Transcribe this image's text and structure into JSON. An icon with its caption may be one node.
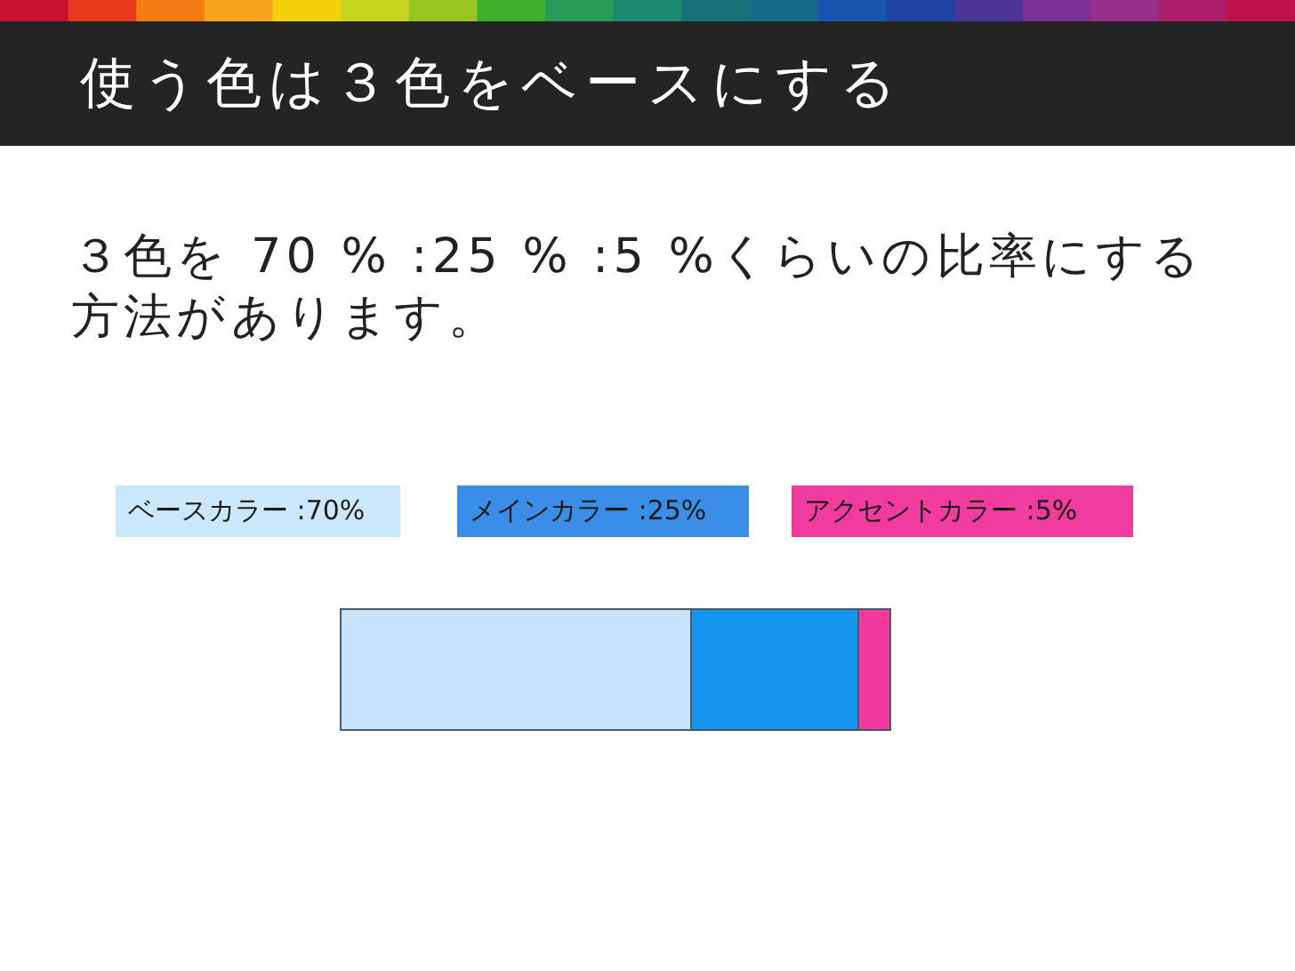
{
  "diagram": {
    "title": "使う色は３色をベースにする",
    "nodes": [
      {
        "text": [],
        "shape": "bar"
      },
      {
        "text": [],
        "shape": "bar"
      },
      {
        "text": [],
        "shape": "bar"
      }
    ],
    "labels": [
      "３色を 70 % :25 % :5 %くらいの比率にする方法があります。"
    ],
    "legend": [
      {
        "text": "ベースカラー :70%",
        "color": "#cbe7fc"
      },
      {
        "text": "メインカラー :25%",
        "color": "#3b8ee8"
      },
      {
        "text": "アクセントカラー :5%",
        "color": "#f23c9d"
      }
    ]
  }
}
